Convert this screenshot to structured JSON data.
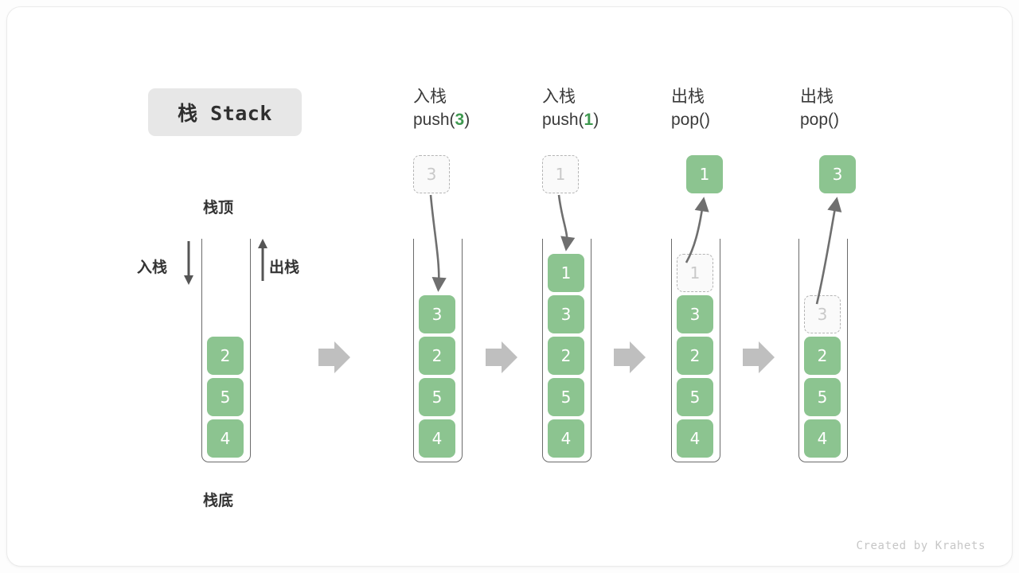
{
  "title": "栈 Stack",
  "credit": "Created by Krahets",
  "colors": {
    "element": "#8cc490",
    "ghost_fill": "#fafafa",
    "ghost_border": "#b5b5b5",
    "accent_text": "#3f9950",
    "wall": "#6b6b6b",
    "arrow": "#6f6f6f",
    "step_arrow": "#bfbfbf",
    "pill_bg": "#e7e7e7"
  },
  "annotations": {
    "top": "栈顶",
    "bottom": "栈底",
    "push_label": "入栈",
    "pop_label": "出栈"
  },
  "steps": [
    {
      "id": "initial",
      "heading_cn": "",
      "heading_code": "",
      "heading_arg": "",
      "cells": [
        {
          "value": "2",
          "ghost": false
        },
        {
          "value": "5",
          "ghost": false
        },
        {
          "value": "4",
          "ghost": false
        }
      ],
      "floating": null
    },
    {
      "id": "push-3",
      "heading_cn": "入栈",
      "heading_code_prefix": "push(",
      "heading_arg": "3",
      "heading_code_suffix": ")",
      "cells": [
        {
          "value": "3",
          "ghost": false
        },
        {
          "value": "2",
          "ghost": false
        },
        {
          "value": "5",
          "ghost": false
        },
        {
          "value": "4",
          "ghost": false
        }
      ],
      "floating": {
        "value": "3",
        "ghost": true,
        "direction": "in"
      }
    },
    {
      "id": "push-1",
      "heading_cn": "入栈",
      "heading_code_prefix": "push(",
      "heading_arg": "1",
      "heading_code_suffix": ")",
      "cells": [
        {
          "value": "1",
          "ghost": false
        },
        {
          "value": "3",
          "ghost": false
        },
        {
          "value": "2",
          "ghost": false
        },
        {
          "value": "5",
          "ghost": false
        },
        {
          "value": "4",
          "ghost": false
        }
      ],
      "floating": {
        "value": "1",
        "ghost": true,
        "direction": "in"
      }
    },
    {
      "id": "pop-1",
      "heading_cn": "出栈",
      "heading_code_prefix": "pop(",
      "heading_arg": "",
      "heading_code_suffix": ")",
      "cells": [
        {
          "value": "1",
          "ghost": true
        },
        {
          "value": "3",
          "ghost": false
        },
        {
          "value": "2",
          "ghost": false
        },
        {
          "value": "5",
          "ghost": false
        },
        {
          "value": "4",
          "ghost": false
        }
      ],
      "floating": {
        "value": "1",
        "ghost": false,
        "direction": "out"
      }
    },
    {
      "id": "pop-3",
      "heading_cn": "出栈",
      "heading_code_prefix": "pop(",
      "heading_arg": "",
      "heading_code_suffix": ")",
      "cells": [
        {
          "value": "3",
          "ghost": true
        },
        {
          "value": "2",
          "ghost": false
        },
        {
          "value": "5",
          "ghost": false
        },
        {
          "value": "4",
          "ghost": false
        }
      ],
      "floating": {
        "value": "3",
        "ghost": false,
        "direction": "out"
      }
    }
  ],
  "headings": {
    "s1_cn": "入栈",
    "s1_code": "push(",
    "s1_arg": "3",
    "s1_code2": ")",
    "s2_cn": "入栈",
    "s2_code": "push(",
    "s2_arg": "1",
    "s2_code2": ")",
    "s3_cn": "出栈",
    "s3_code": "pop(",
    "s3_arg": "",
    "s3_code2": ")",
    "s4_cn": "出栈",
    "s4_code": "pop(",
    "s4_arg": "",
    "s4_code2": ")"
  },
  "cells": {
    "c0": [
      "2",
      "5",
      "4"
    ],
    "c1": [
      "3",
      "2",
      "5",
      "4"
    ],
    "c2": [
      "1",
      "3",
      "2",
      "5",
      "4"
    ],
    "c3": [
      "1",
      "3",
      "2",
      "5",
      "4"
    ],
    "c4": [
      "3",
      "2",
      "5",
      "4"
    ],
    "float1": "3",
    "float2": "1",
    "float3": "1",
    "float4": "3"
  }
}
